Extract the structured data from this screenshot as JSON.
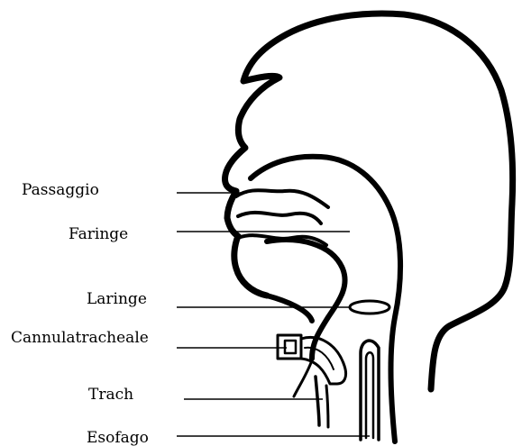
{
  "labels": {
    "passaggio": "Passaggio",
    "faringe": "Faringe",
    "laringe": "Laringe",
    "cannula": "Cannulatracheale",
    "trach": "Trach",
    "esofago": "Esofago"
  }
}
